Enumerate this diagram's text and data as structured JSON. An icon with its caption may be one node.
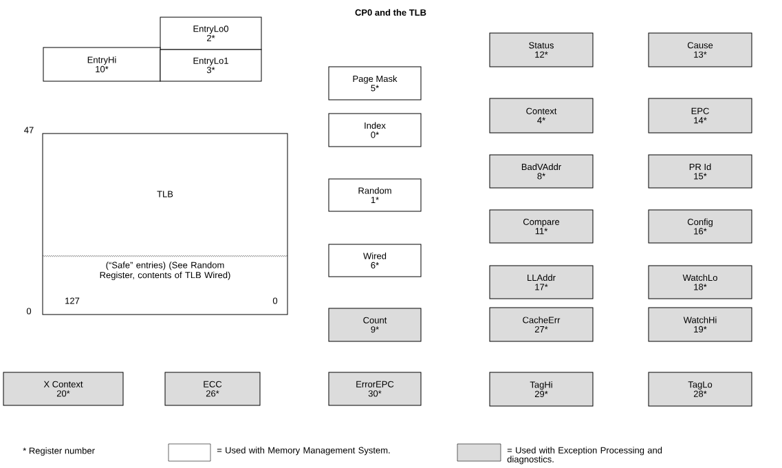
{
  "diagram": {
    "title": "CP0 and the TLB",
    "nodes": [
      {
        "text": [
          "EntryLo0",
          "2*"
        ]
      },
      {
        "text": [
          "EntryHi",
          "10*"
        ]
      },
      {
        "text": [
          "EntryLo1",
          "3*"
        ]
      },
      {
        "text": [
          "Page Mask",
          "5*"
        ]
      },
      {
        "text": [
          "Index",
          "0*"
        ]
      },
      {
        "text": [
          "Random",
          "1*"
        ]
      },
      {
        "text": [
          "Wired",
          "6*"
        ]
      },
      {
        "text": [
          "Count",
          "9*"
        ]
      },
      {
        "text": [
          "ErrorEPC",
          "30*"
        ]
      },
      {
        "text": [
          "Status",
          "12*"
        ]
      },
      {
        "text": [
          "Context",
          "4*"
        ]
      },
      {
        "text": [
          "BadVAddr",
          "8*"
        ]
      },
      {
        "text": [
          "Compare",
          "11*"
        ]
      },
      {
        "text": [
          "LLAddr",
          "17*"
        ]
      },
      {
        "text": [
          "CacheErr",
          "27*"
        ]
      },
      {
        "text": [
          "TagHi",
          "29*"
        ]
      },
      {
        "text": [
          "Cause",
          "13*"
        ]
      },
      {
        "text": [
          "EPC",
          "14*"
        ]
      },
      {
        "text": [
          "PR Id",
          "15*"
        ]
      },
      {
        "text": [
          "Config",
          "16*"
        ]
      },
      {
        "text": [
          "WatchLo",
          "18*"
        ]
      },
      {
        "text": [
          "WatchHi",
          "19*"
        ]
      },
      {
        "text": [
          "TagLo",
          "28*"
        ]
      },
      {
        "text": [
          "TLB"
        ]
      },
      {
        "text": [
          "(“Safe” entries) (See Random Register, contents of TLB Wired)"
        ],
        "in": 23
      },
      {
        "text": [
          "X Context",
          "20*"
        ]
      },
      {
        "text": [
          "ECC",
          "26*"
        ]
      }
    ],
    "labels": [
      "47",
      "0",
      "127",
      "0",
      "* Register number"
    ],
    "legend": [
      {
        "text": "= Used with Memory Management System."
      },
      {
        "text": "= Used with Exception Processing and diagnostics.",
        "color": "#dcdcdc"
      }
    ]
  }
}
